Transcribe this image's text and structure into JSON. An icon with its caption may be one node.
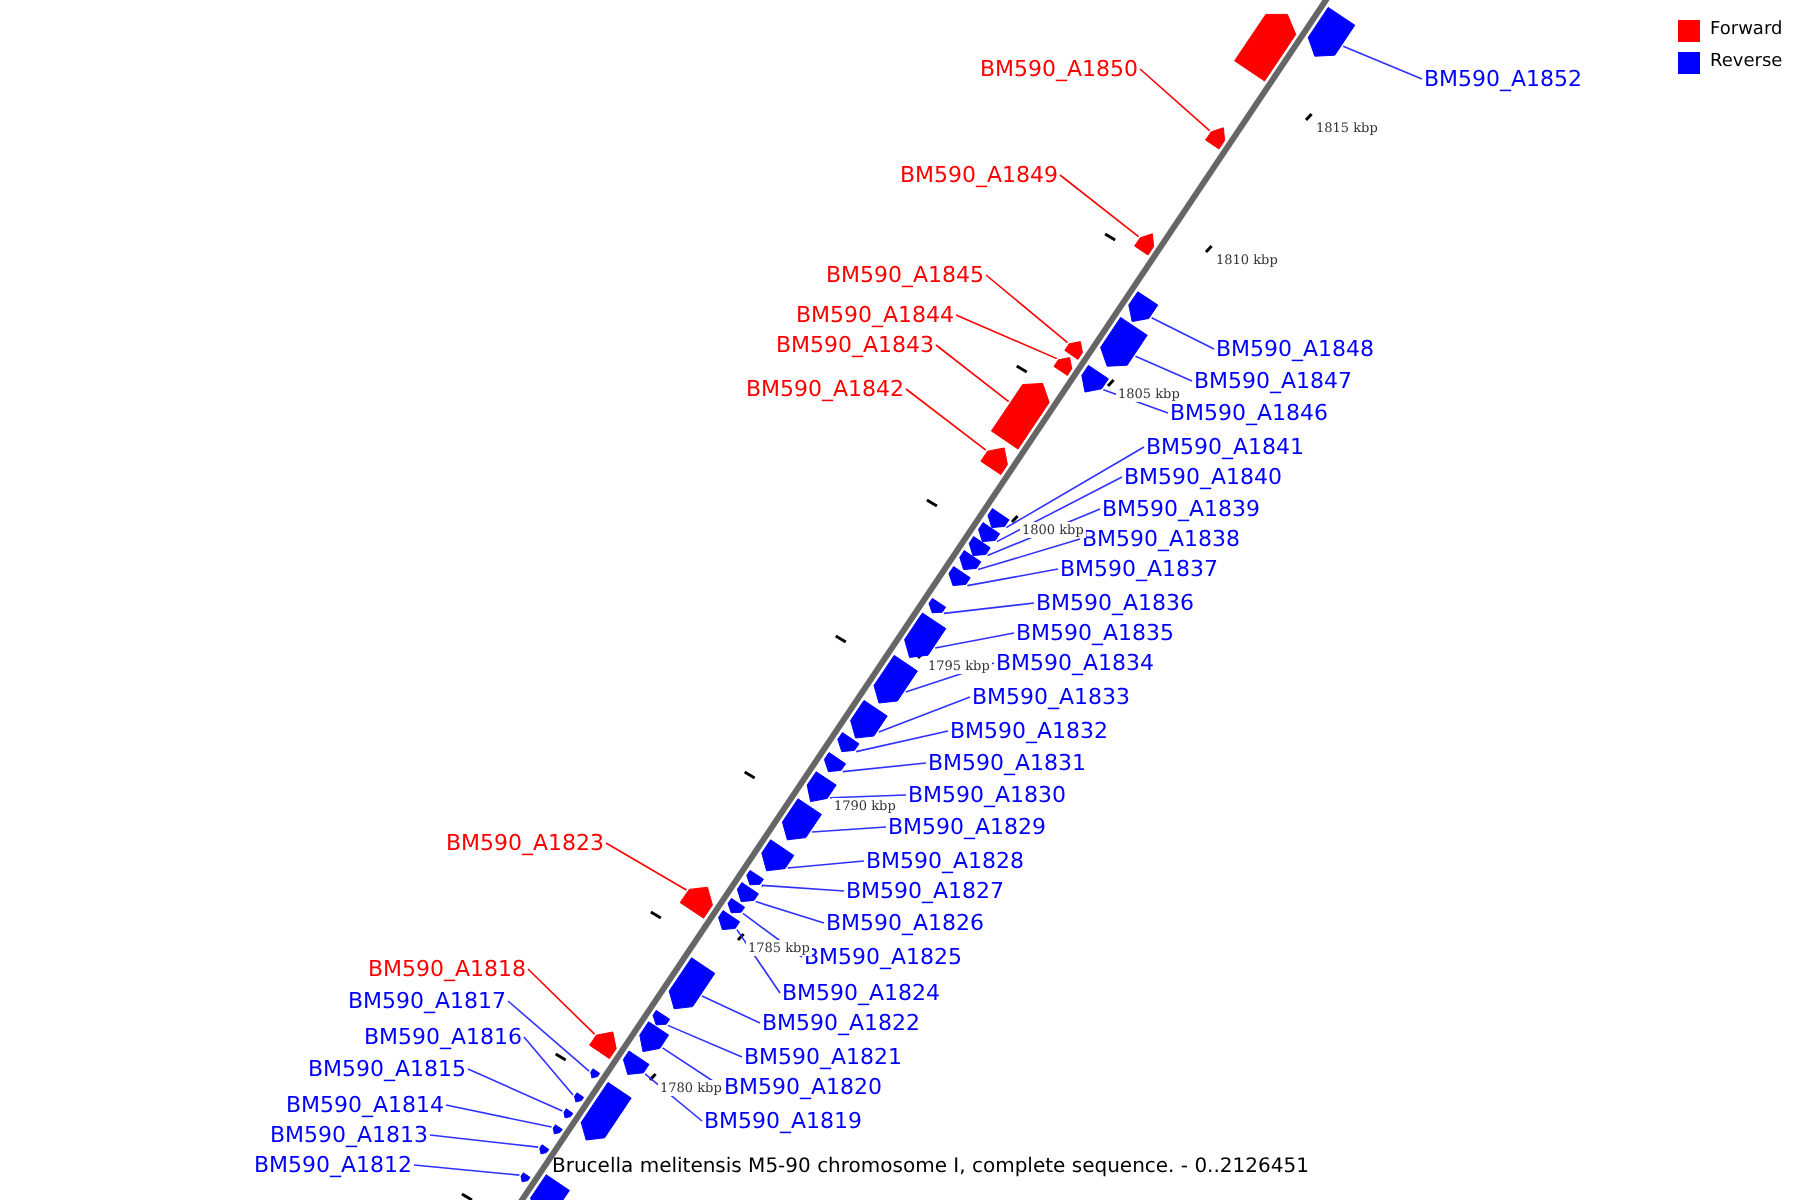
{
  "diagram": {
    "caption": "Brucella melitensis M5-90 chromosome I, complete sequence. - 0..2126451",
    "nodes": [
      {
        "text": [
          "BM590_A1850"
        ]
      },
      {
        "text": [
          "BM590_A1852"
        ]
      },
      {
        "text": [
          "BM590_A1849"
        ]
      },
      {
        "text": [
          "BM590_A1845"
        ]
      },
      {
        "text": [
          "BM590_A1844"
        ]
      },
      {
        "text": [
          "BM590_A1843"
        ]
      },
      {
        "text": [
          "BM590_A1848"
        ]
      },
      {
        "text": [
          "BM590_A1847"
        ]
      },
      {
        "text": [
          "BM590_A1842"
        ]
      },
      {
        "text": [
          "BM590_A1846"
        ]
      },
      {
        "text": [
          "BM590_A1841"
        ]
      },
      {
        "text": [
          "BM590_A1840"
        ]
      },
      {
        "text": [
          "BM590_A1839"
        ]
      },
      {
        "text": [
          "BM590_A1838"
        ]
      },
      {
        "text": [
          "BM590_A1837"
        ]
      },
      {
        "text": [
          "BM590_A1836"
        ]
      },
      {
        "text": [
          "BM590_A1835"
        ]
      },
      {
        "text": [
          "BM590_A1834"
        ]
      },
      {
        "text": [
          "BM590_A1833"
        ]
      },
      {
        "text": [
          "BM590_A1832"
        ]
      },
      {
        "text": [
          "BM590_A1831"
        ]
      },
      {
        "text": [
          "BM590_A1830"
        ]
      },
      {
        "text": [
          "BM590_A1829"
        ]
      },
      {
        "text": [
          "BM590_A1823"
        ]
      },
      {
        "text": [
          "BM590_A1828"
        ]
      },
      {
        "text": [
          "BM590_A1827"
        ]
      },
      {
        "text": [
          "BM590_A1826"
        ]
      },
      {
        "text": [
          "BM590_A1825"
        ]
      },
      {
        "text": [
          "BM590_A1818"
        ]
      },
      {
        "text": [
          "BM590_A1824"
        ]
      },
      {
        "text": [
          "BM590_A1817"
        ]
      },
      {
        "text": [
          "BM590_A1822"
        ]
      },
      {
        "text": [
          "BM590_A1816"
        ]
      },
      {
        "text": [
          "BM590_A1821"
        ]
      },
      {
        "text": [
          "BM590_A1815"
        ]
      },
      {
        "text": [
          "BM590_A1820"
        ]
      },
      {
        "text": [
          "BM590_A1814"
        ]
      },
      {
        "text": [
          "BM590_A1819"
        ]
      },
      {
        "text": [
          "BM590_A1813"
        ]
      },
      {
        "text": [
          "BM590_A1812"
        ]
      },
      {
        "text": [],
        "shape": "pentagon"
      },
      {
        "text": [],
        "shape": "pentagon"
      },
      {
        "text": [],
        "shape": "pentagon"
      },
      {
        "text": [],
        "shape": "pentagon"
      },
      {
        "text": [],
        "shape": "pentagon"
      },
      {
        "text": [],
        "shape": "pentagon"
      },
      {
        "text": [],
        "shape": "pentagon"
      },
      {
        "text": [],
        "shape": "pentagon"
      },
      {
        "text": [],
        "shape": "pentagon"
      },
      {
        "text": [],
        "shape": "pentagon"
      },
      {
        "text": [],
        "shape": "pentagon"
      },
      {
        "text": [],
        "shape": "pentagon"
      },
      {
        "text": [],
        "shape": "pentagon"
      },
      {
        "text": [],
        "shape": "pentagon"
      },
      {
        "text": [],
        "shape": "pentagon"
      },
      {
        "text": [],
        "shape": "pentagon"
      },
      {
        "text": [],
        "shape": "pentagon"
      },
      {
        "text": [],
        "shape": "pentagon"
      },
      {
        "text": [],
        "shape": "pentagon"
      },
      {
        "text": [],
        "shape": "pentagon"
      },
      {
        "text": [],
        "shape": "pentagon"
      },
      {
        "text": [],
        "shape": "pentagon"
      },
      {
        "text": [],
        "shape": "pentagon"
      },
      {
        "text": [],
        "shape": "pentagon"
      },
      {
        "text": [],
        "shape": "pentagon"
      },
      {
        "text": [],
        "shape": "pentagon"
      },
      {
        "text": [],
        "shape": "pentagon"
      },
      {
        "text": [],
        "shape": "pentagon"
      },
      {
        "text": [],
        "shape": "pentagon"
      },
      {
        "text": [],
        "shape": "pentagon"
      },
      {
        "text": [],
        "shape": "pentagon"
      },
      {
        "text": [],
        "shape": "pentagon"
      },
      {
        "text": [],
        "shape": "pentagon"
      },
      {
        "text": [],
        "shape": "pentagon"
      },
      {
        "text": [],
        "shape": "pentagon"
      },
      {
        "text": [],
        "shape": "pentagon"
      },
      {
        "text": [],
        "shape": "pentagon"
      },
      {
        "text": [],
        "shape": "pentagon"
      },
      {
        "text": [],
        "shape": "pentagon"
      },
      {
        "text": [],
        "shape": "pentagon"
      },
      {
        "text": [],
        "shape": "pentagon"
      },
      {
        "text": [],
        "shape": "pentagon"
      },
      {
        "text": [],
        "shape": "pentagon"
      }
    ],
    "edges": [
      {
        "from": 0,
        "to": 41,
        "arrow": "none",
        "color": "#ff0000"
      },
      {
        "from": 1,
        "to": 42,
        "arrow": "none"
      },
      {
        "from": 2,
        "to": 43,
        "arrow": "none",
        "color": "#ff0000"
      },
      {
        "from": 3,
        "to": 44,
        "arrow": "none",
        "color": "#ff0000"
      },
      {
        "from": 4,
        "to": 45,
        "arrow": "none",
        "color": "#ff0000"
      },
      {
        "from": 5,
        "to": 46,
        "arrow": "none",
        "color": "#ff0000"
      },
      {
        "from": 6,
        "to": 47,
        "arrow": "none"
      },
      {
        "from": 7,
        "to": 48,
        "arrow": "none"
      },
      {
        "from": 8,
        "to": 49,
        "arrow": "none",
        "color": "#ff0000"
      },
      {
        "from": 9,
        "to": 50,
        "arrow": "none"
      },
      {
        "from": 10,
        "to": 51,
        "arrow": "none"
      },
      {
        "from": 11,
        "to": 52,
        "arrow": "none"
      },
      {
        "from": 12,
        "to": 53,
        "arrow": "none"
      },
      {
        "from": 13,
        "to": 54,
        "arrow": "none"
      },
      {
        "from": 14,
        "to": 55,
        "arrow": "none"
      },
      {
        "from": 15,
        "to": 56,
        "arrow": "none"
      },
      {
        "from": 16,
        "to": 57,
        "arrow": "none"
      },
      {
        "from": 17,
        "to": 58,
        "arrow": "none"
      },
      {
        "from": 18,
        "to": 59,
        "arrow": "none"
      },
      {
        "from": 19,
        "to": 60,
        "arrow": "none"
      },
      {
        "from": 20,
        "to": 61,
        "arrow": "none"
      },
      {
        "from": 21,
        "to": 62,
        "arrow": "none"
      },
      {
        "from": 22,
        "to": 63,
        "arrow": "none"
      },
      {
        "from": 23,
        "to": 64,
        "arrow": "none",
        "color": "#ff0000"
      },
      {
        "from": 24,
        "to": 65,
        "arrow": "none"
      },
      {
        "from": 25,
        "to": 66,
        "arrow": "none"
      },
      {
        "from": 26,
        "to": 67,
        "arrow": "none"
      },
      {
        "from": 27,
        "to": 68,
        "arrow": "none"
      },
      {
        "from": 28,
        "to": 69,
        "arrow": "none",
        "color": "#ff0000"
      },
      {
        "from": 29,
        "to": 70,
        "arrow": "none"
      },
      {
        "from": 30,
        "to": 71,
        "arrow": "none"
      },
      {
        "from": 31,
        "to": 72,
        "arrow": "none"
      },
      {
        "from": 32,
        "to": 73,
        "arrow": "none"
      },
      {
        "from": 33,
        "to": 74,
        "arrow": "none"
      },
      {
        "from": 34,
        "to": 75,
        "arrow": "none"
      },
      {
        "from": 35,
        "to": 76,
        "arrow": "none"
      },
      {
        "from": 36,
        "to": 77,
        "arrow": "none"
      },
      {
        "from": 37,
        "to": 78,
        "arrow": "none"
      },
      {
        "from": 38,
        "to": 79,
        "arrow": "none"
      },
      {
        "from": 39,
        "to": 80,
        "arrow": "none"
      }
    ],
    "labels": [
      "1815 kbp",
      "1810 kbp",
      "1805 kbp",
      "1800 kbp",
      "1795 kbp",
      "1790 kbp",
      "1785 kbp",
      "1780 kbp"
    ],
    "legend": [
      {
        "text": "Forward",
        "color": "#ff0000"
      },
      {
        "text": "Reverse",
        "color": "#0000ff"
      }
    ]
  }
}
